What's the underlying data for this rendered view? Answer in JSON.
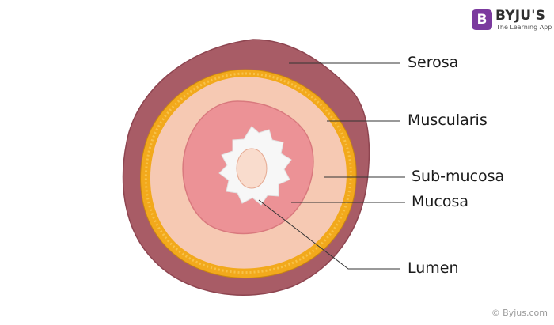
{
  "brand": {
    "mark": "B",
    "name": "BYJU'S",
    "tagline": "The Learning App"
  },
  "labels": {
    "serosa": "Serosa",
    "muscularis": "Muscularis",
    "submucosa": "Sub-mucosa",
    "mucosa": "Mucosa",
    "lumen": "Lumen"
  },
  "copyright": "© Byjus.com",
  "colors": {
    "serosa": "#a85c66",
    "serosa_edge": "#8e4550",
    "muscularis": "#f2a91c",
    "muscularis_bead": "#f8c24a",
    "submucosa": "#f6c9b3",
    "mucosa": "#ec9296",
    "mucosa_edge": "#d9797e",
    "lumen_star": "#f7f7f7",
    "lumen_core": "#f9dccd",
    "leader_line": "#333333"
  }
}
